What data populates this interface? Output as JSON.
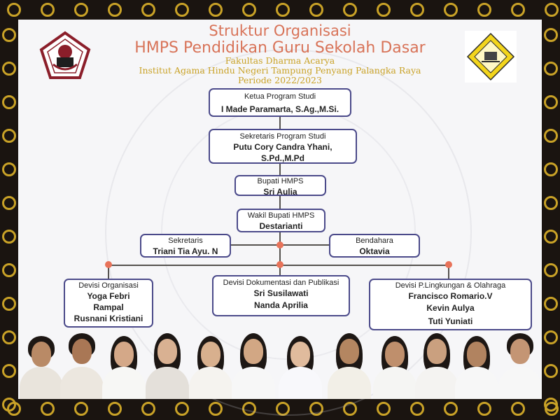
{
  "header": {
    "title_line1": "Struktur Organisasi",
    "title_line2": "HMPS Pendidikan Guru Sekolah Dasar",
    "faculty": "Fakultas Dharma Acarya",
    "institute": "Institut Agama Hindu Negeri Tampung Penyang Palangka Raya",
    "period": "Periode 2022/2023"
  },
  "logos": {
    "left_icon": "institute-emblem-icon",
    "right_icon": "hmps-emblem-icon"
  },
  "colors": {
    "title": "#d87358",
    "subtitle": "#c9a227",
    "box_border": "#4b4a8a",
    "connector_dot": "#e8735a",
    "frame": "#1a1410",
    "frame_gold": "#c9a227"
  },
  "org": {
    "kaprodi": {
      "role": "Ketua Program Studi",
      "name": "I Made Paramarta, S.Ag.,M.Si."
    },
    "sekprodi": {
      "role": "Sekretaris Program Studi",
      "name_line1": "Putu Cory Candra Yhani,",
      "name_line2": "S.Pd.,M.Pd"
    },
    "bupati": {
      "role": "Bupati HMPS",
      "name": "Sri Aulia"
    },
    "wakil": {
      "role": "Wakil Bupati HMPS",
      "name": "Destarianti"
    },
    "sekretaris": {
      "role": "Sekretaris",
      "name": "Triani Tia Ayu. N"
    },
    "bendahara": {
      "role": "Bendahara",
      "name": "Oktavia"
    },
    "divisi_organisasi": {
      "role": "Devisi Organisasi",
      "members": [
        "Yoga Febri",
        "Rampal",
        "Rusnani Kristiani"
      ]
    },
    "divisi_dokumentasi": {
      "role": "Devisi Dokumentasi dan Publikasi",
      "members": [
        "Sri Susilawati",
        "Nanda Aprilia"
      ]
    },
    "divisi_lingkungan": {
      "role": "Devisi P.Lingkungan & Olahraga",
      "members": [
        "Francisco Romario.V",
        "Kevin Aulya",
        "Tuti Yuniati"
      ]
    }
  }
}
